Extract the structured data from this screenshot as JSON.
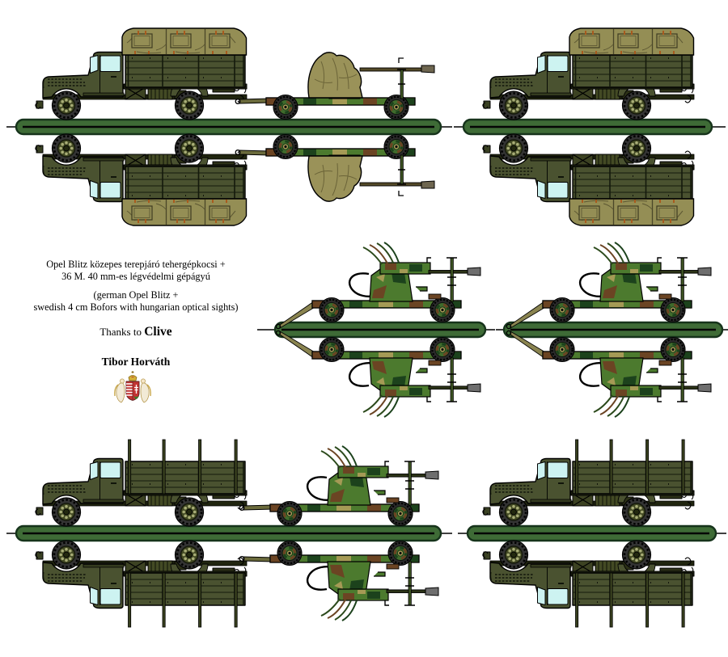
{
  "caption": {
    "hu_line1": "Opel Blitz közepes terepjáró tehergépkocsi +",
    "hu_line2": "36 M. 40 mm-es légvédelmi gépágyú",
    "en_line1": "(german Opel Blitz +",
    "en_line2": "swedish 4 cm Bofors with hungarian optical sights)",
    "thanks_prefix": "Thanks to ",
    "thanks_name": "Clive",
    "author": "Tibor Horváth"
  },
  "figures": [
    {
      "id": "top-left",
      "content": "Opel Blitz truck with canvas-covered cargo bed towing a tarp-covered 40 mm Bofors gun, mirrored below ground band"
    },
    {
      "id": "top-right",
      "content": "Opel Blitz truck with canvas-covered cargo bed, mirrored below ground band"
    },
    {
      "id": "middle-left",
      "content": "Camouflaged 40 mm Bofors anti-aircraft gun on towing carriage, mirrored below ground band"
    },
    {
      "id": "middle-right",
      "content": "Camouflaged 40 mm Bofors anti-aircraft gun on towing carriage, mirrored below ground band"
    },
    {
      "id": "bottom-left",
      "content": "Opel Blitz stake-bed truck towing a camouflaged 40 mm Bofors gun, mirrored below ground band"
    },
    {
      "id": "bottom-right",
      "content": "Opel Blitz stake-bed truck, mirrored below ground band"
    }
  ],
  "crest": {
    "name": "hungarian-coat-of-arms-with-angels"
  },
  "colors": {
    "background": "#ffffff",
    "ground_band": "#3e6b36",
    "ground_band_edge": "#16331b",
    "ground_axis_line": "#000000",
    "truck_body": "#4a5230",
    "truck_dark": "#343b1f",
    "canvas_tarp": "#948e55",
    "gun_tarp": "#9a9259",
    "window_glass": "#cdf3f1",
    "tire": "#333333",
    "wheel_hub": "#434a24",
    "hub_dots": "#a8ad77",
    "camo_green": "#4c7a2e",
    "camo_dark_green": "#1c421c",
    "camo_brown": "#6b4423",
    "camo_tan": "#a59a55",
    "muzzle_gray": "#6e6e6e",
    "toggle_orange": "#a85a1e",
    "text": "#000000"
  }
}
